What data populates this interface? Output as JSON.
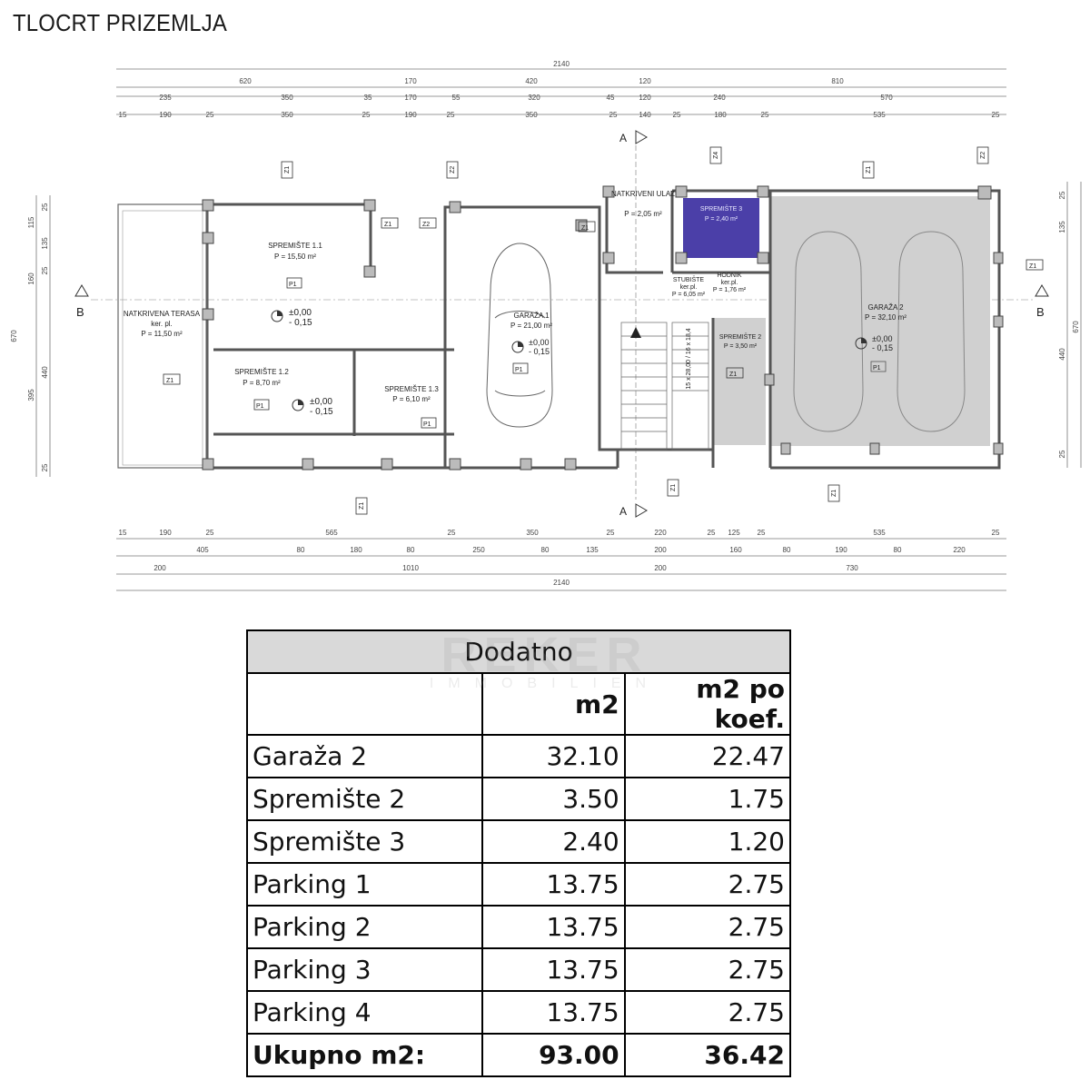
{
  "title": "TLOCRT PRIZEMLJA",
  "plan": {
    "dims_top": {
      "total": "2140",
      "row1": [
        "620",
        "170",
        "420",
        "120",
        "810"
      ],
      "row2": [
        "235",
        "350",
        "35",
        "170",
        "55",
        "320",
        "45",
        "120",
        "240",
        "570"
      ],
      "row3": [
        "15",
        "190",
        "25",
        "350",
        "25",
        "190",
        "25",
        "350",
        "25",
        "140",
        "25",
        "180",
        "25",
        "535",
        "25"
      ]
    },
    "dims_bottom": {
      "row1": [
        "15",
        "190",
        "25",
        "565",
        "25",
        "350",
        "25",
        "220",
        "25",
        "125",
        "25",
        "535",
        "25"
      ],
      "row2": [
        "405",
        "80",
        "180",
        "80",
        "250",
        "80",
        "135",
        "200",
        "160",
        "80",
        "190",
        "80",
        "220"
      ],
      "row3": [
        "200",
        "1010",
        "200",
        "730"
      ],
      "total": "2140"
    },
    "dims_left": [
      "25",
      "115",
      "135",
      "25",
      "160",
      "670",
      "440",
      "395",
      "25"
    ],
    "dims_right": [
      "25",
      "135",
      "670",
      "440",
      "25"
    ],
    "section_labels": {
      "a_top": "A",
      "a_bottom": "A",
      "b_left": "B",
      "b_right": "B"
    },
    "rooms": {
      "spremiste_11": {
        "name": "SPREMIŠTE 1.1",
        "area": "P = 15,50 m²"
      },
      "spremiste_12": {
        "name": "SPREMIŠTE 1.2",
        "area": "P = 8,70 m²"
      },
      "spremiste_13": {
        "name": "SPREMIŠTE 1.3",
        "area": "P = 6,10 m²"
      },
      "terasa": {
        "name": "NATKRIVENA TERASA",
        "floor": "ker. pl.",
        "area": "P = 11,50 m²"
      },
      "garaza_1": {
        "name": "GARAŽA 1",
        "area": "P = 21,00 m²"
      },
      "garaza_2": {
        "name": "GARAŽA 2",
        "area": "P = 32,10 m²"
      },
      "ulaz": {
        "name": "NATKRIVENI ULAZ",
        "area": "P = 2,05 m²"
      },
      "spremiste_3": {
        "name": "SPREMIŠTE 3",
        "area": "P = 2,40 m²"
      },
      "spremiste_2": {
        "name": "SPREMIŠTE 2",
        "area": "P = 3,50 m²"
      },
      "stubiste": {
        "name": "STUBIŠTE",
        "floor": "ker.pl.",
        "area": "P = 6,05 m²"
      },
      "hodnik": {
        "name": "HODNIK",
        "floor": "ker.pl.",
        "area": "P = 1,76 m²"
      }
    },
    "levels": {
      "upper": "±0,00",
      "lower": "- 0,15"
    },
    "stairs": "15 x 28,00 / 16 x 18,4",
    "tags": {
      "z1": "Z1",
      "z2": "Z2",
      "z4": "Z4",
      "p1": "P1"
    }
  },
  "table": {
    "header": "Dodatno",
    "columns": [
      "",
      "m2",
      "m2 po koef."
    ],
    "rows": [
      {
        "name": "Garaža 2",
        "m2": "32.10",
        "koef": "22.47"
      },
      {
        "name": "Spremište 2",
        "m2": "3.50",
        "koef": "1.75"
      },
      {
        "name": "Spremište 3",
        "m2": "2.40",
        "koef": "1.20"
      },
      {
        "name": "Parking 1",
        "m2": "13.75",
        "koef": "2.75"
      },
      {
        "name": "Parking 2",
        "m2": "13.75",
        "koef": "2.75"
      },
      {
        "name": "Parking 3",
        "m2": "13.75",
        "koef": "2.75"
      },
      {
        "name": "Parking 4",
        "m2": "13.75",
        "koef": "2.75"
      }
    ],
    "total": {
      "name": "Ukupno m2:",
      "m2": "93.00",
      "koef": "36.42"
    }
  },
  "watermark": {
    "word": "REKER",
    "sub": "IMMOBILIEN"
  },
  "colors": {
    "storage_3_fill": "#4b3fa8",
    "garage_2_fill": "#d0d0d0",
    "wall": "#555555",
    "table_header_bg": "#d9d9d9"
  }
}
